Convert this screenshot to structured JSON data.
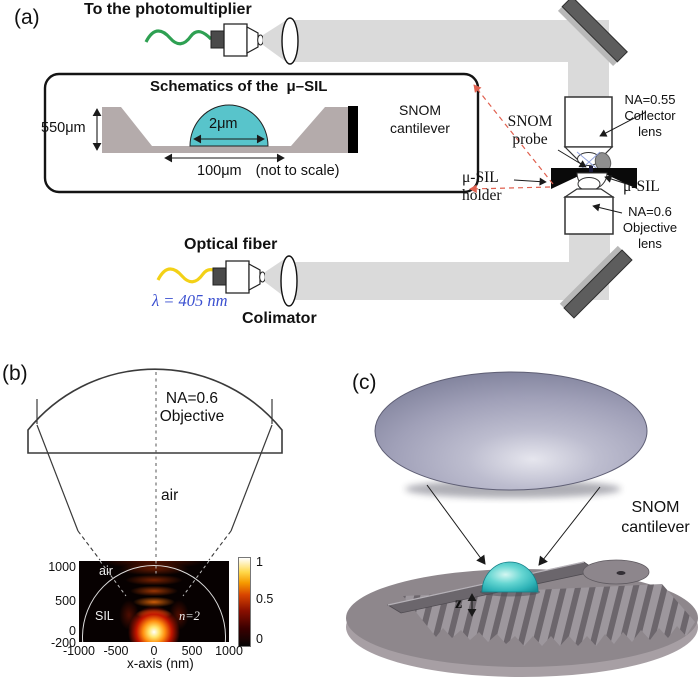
{
  "figure": {
    "panel_a": {
      "label": "(a)",
      "photomultiplier": "To the photomultiplier",
      "box": {
        "title": "Schematics of the",
        "title_sil": "μ–SIL",
        "height": "550μm",
        "dome_width": "2μm",
        "base_width": "100μm",
        "note": "(not to scale)",
        "cant1": "SNOM",
        "cant2": "cantilever"
      },
      "probe1": "SNOM",
      "probe2": "probe",
      "coll1": "NA=0.55",
      "coll2": "Collector",
      "coll3": "lens",
      "holder1": "μ-SIL",
      "holder2": "holder",
      "musil": "μ-SIL",
      "obj1": "NA=0.6",
      "obj2": "Objective",
      "obj3": "lens",
      "fiber": "Optical fiber",
      "wavelength": "λ = 405 nm",
      "colimator": "Colimator"
    },
    "panel_b": {
      "label": "(b)",
      "obj1": "NA=0.6",
      "obj2": "Objective",
      "medium": "air",
      "inset": {
        "air": "air",
        "sil": "SIL",
        "index": "n=2",
        "xlabel": "x-axis (nm)",
        "yticks": [
          "1000",
          "500",
          "0",
          "-200"
        ],
        "xticks": [
          "-1000",
          "-500",
          "0",
          "500",
          "1000"
        ],
        "cticks": [
          "1",
          "0.5",
          "0"
        ]
      }
    },
    "panel_c": {
      "label": "(c)",
      "cant1": "SNOM",
      "cant2": "cantilever",
      "z": "z"
    },
    "colors": {
      "sil_teal": "#58c4cb",
      "beam_gray": "#dadada",
      "mirror_gray": "#5d5d5d",
      "red_dashed": "#e0604f",
      "wavelength_blue": "#3a4fd0",
      "fiber_green": "#2ea052",
      "fiber_yellow": "#f3d117"
    }
  },
  "chart_data": {
    "type": "heatmap",
    "xlabel": "x-axis (nm)",
    "x_ticks": [
      -1000,
      -500,
      0,
      500,
      1000
    ],
    "y_ticks": [
      1000,
      500,
      0,
      -200
    ],
    "x_range": [
      -1000,
      1000
    ],
    "y_range": [
      -200,
      1100
    ],
    "colorbar": {
      "range": [
        0,
        1
      ],
      "ticks": [
        0,
        0.5,
        1
      ]
    },
    "annotations": [
      "air",
      "SIL",
      "n=2"
    ],
    "legend_position": "right",
    "description": "Normalized intensity of 405 nm light focused by the NA=0.6 objective into the hemispherical SIL (n=2); peak at the SIL flat surface center with interference fringes inside the dome"
  }
}
